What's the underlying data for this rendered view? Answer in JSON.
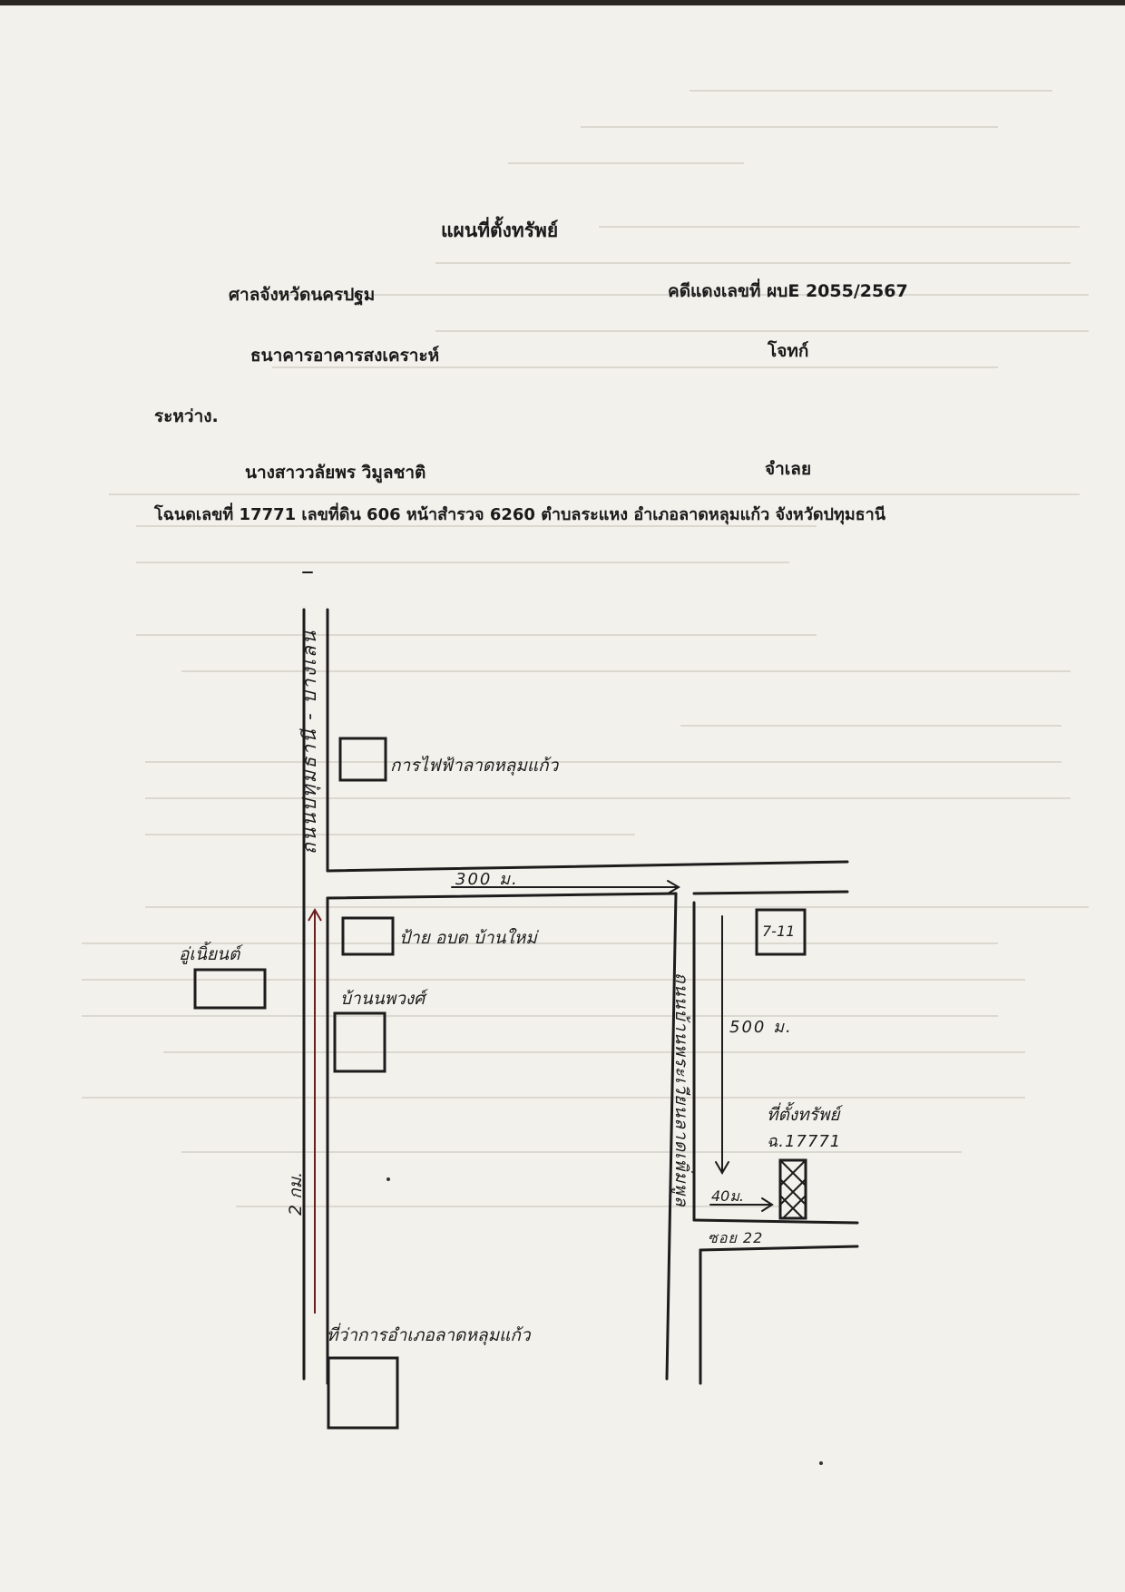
{
  "document": {
    "title": "แผนที่ตั้งทรัพย์",
    "court": "ศาลจังหวัดนครปฐม",
    "case_number": "คดีแดงเลขที่ ผบE 2055/2567",
    "plaintiff_name": "ธนาคารอาคารสงเคราะห์",
    "plaintiff_role": "โจทก์",
    "between": "ระหว่าง.",
    "defendant_name": "นางสาววลัยพร  วิมูลชาติ",
    "defendant_role": "จำเลย",
    "deed_line": "โฉนดเลขที่ 17771 เลขที่ดิน 606 หน้าสำรวจ 6260 ตำบลระแหง อำเภอลาดหลุมแก้ว  จังหวัดปทุมธานี"
  },
  "map": {
    "main_road_label": "ถนนปทุมธานี - บางเลน",
    "main_road_distance": "2 กม.",
    "side_road_distance": "300 ม.",
    "vertical_road_label": "ถนนบ้านพระเวียนลาดเพิ่มพูล",
    "vertical_road_distance": "500 ม.",
    "soi_distance": "40ม.",
    "soi_label": "ซอย 22",
    "landmarks": {
      "electricity_office": "การไฟฟ้าลาดหลุมแก้ว",
      "bus_stop_sign": "ป้าย อบต บ้านใหม่",
      "garage": "อู่เนิ้ยนต์",
      "house_village": "บ้านนพวงศ์",
      "district_office": "ที่ว่าการอำเภอลาดหลุมแก้ว",
      "seven_eleven": "7-11"
    },
    "property": {
      "label": "ที่ตั้งทรัพย์",
      "deed": "ฉ.17771"
    },
    "colors": {
      "ink": "#1c1c1c",
      "pen": "#6a1f1f",
      "paper": "#f3f1ec"
    }
  }
}
